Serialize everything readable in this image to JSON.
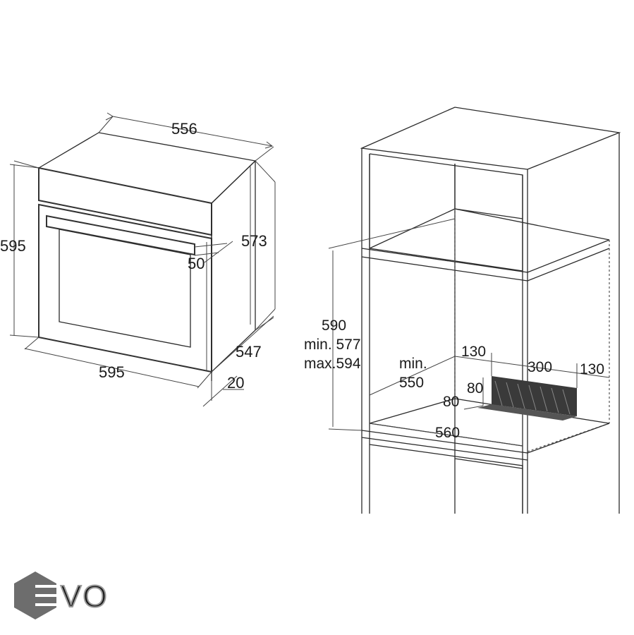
{
  "oven": {
    "dimensions": {
      "top_depth": "556",
      "height": "595",
      "side_height": "573",
      "handle_offset": "50",
      "width": "595",
      "body_depth": "547",
      "front_thickness": "20"
    }
  },
  "cabinet": {
    "dimensions": {
      "niche_height": "590",
      "niche_height_min": "min. 577",
      "niche_height_max": "max.594",
      "depth_min_label": "min.",
      "depth_min_value": "550",
      "vent_side_left": "130",
      "vent_width": "300",
      "vent_side_right": "130",
      "vent_depth": "80",
      "vent_height": "80",
      "niche_width": "560"
    }
  },
  "logo": {
    "text": "VO",
    "colors": {
      "hexagon": "#6d6d6d",
      "outline": "#9a9a9a"
    }
  }
}
